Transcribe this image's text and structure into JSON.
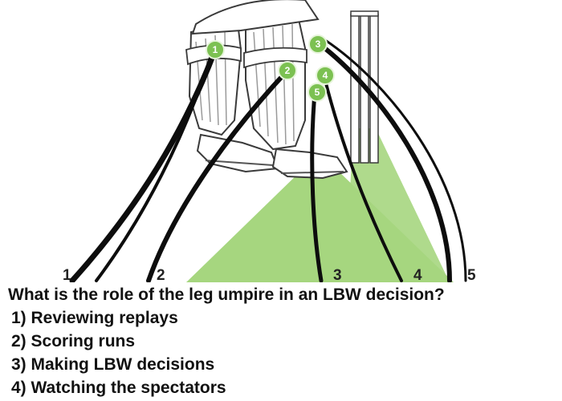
{
  "figure": {
    "path_labels": [
      "1",
      "2",
      "3",
      "4",
      "5"
    ],
    "marker_labels": [
      "1",
      "2",
      "3",
      "4",
      "5"
    ],
    "colors": {
      "pitch_zone": "#a6d67f",
      "marker_fill": "#7cc152",
      "marker_stroke": "#e7f5db",
      "trajectory": "#0d0d0d",
      "outline": "#3a3a3a",
      "stripe": "#9a9a9a"
    }
  },
  "quiz": {
    "question": "What is the role of the leg umpire in an LBW decision?",
    "options": [
      "1) Reviewing replays",
      "2) Scoring runs",
      "3) Making LBW decisions",
      "4) Watching the spectators"
    ]
  }
}
